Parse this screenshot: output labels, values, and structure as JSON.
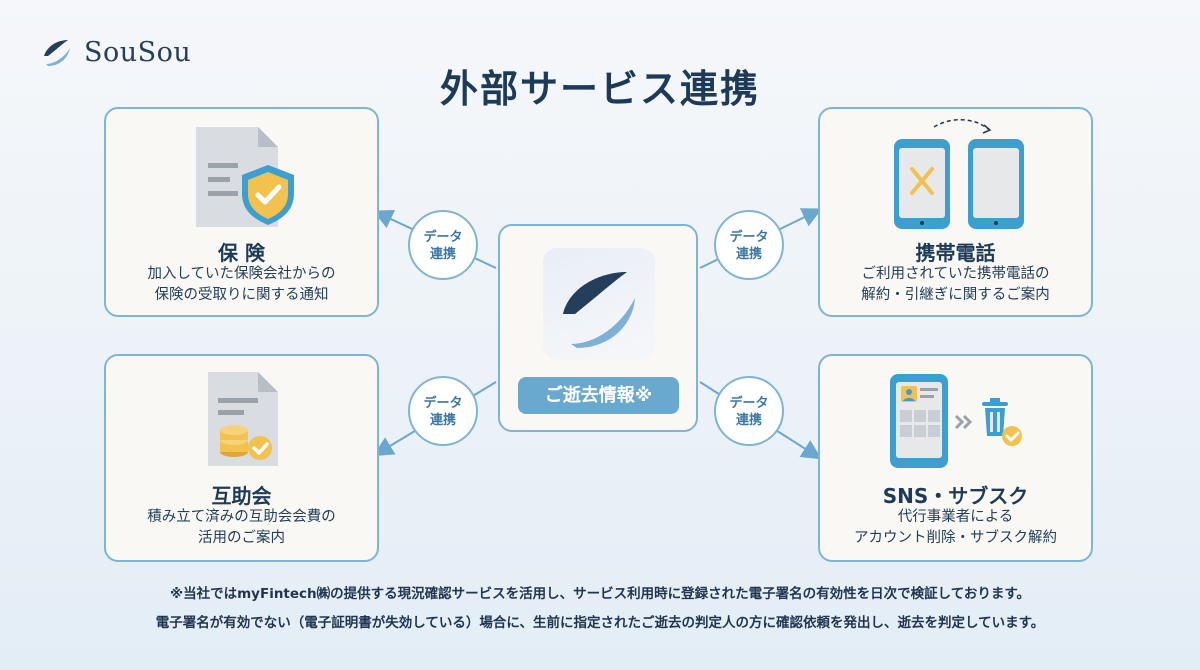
{
  "brand": {
    "name": "SouSou"
  },
  "title": "外部サービス連携",
  "center": {
    "label": "ご逝去情報※"
  },
  "badges": {
    "line1": "データ",
    "line2": "連携"
  },
  "cards": {
    "insurance": {
      "title": "保 険",
      "desc": "加入していた保険会社からの\n保険の受取りに関する通知"
    },
    "mutual": {
      "title": "互助会",
      "desc": "積み立て済みの互助会会費の\n活用のご案内"
    },
    "mobile": {
      "title": "携帯電話",
      "desc": "ご利用されていた携帯電話の\n解約・引継ぎに関するご案内"
    },
    "sns": {
      "title": "SNS・サブスク",
      "desc": "代行事業者による\nアカウント削除・サブスク解約"
    }
  },
  "footnotes": [
    "※当社ではmyFintech㈱の提供する現況確認サービスを活用し、サービス利用時に登録された電子署名の有効性を日次で検証しております。",
    "電子署名が有効でない（電子証明書が失効している）場合に、生前に指定されたご逝去の判定人の方に確認依頼を発出し、逝去を判定しています。"
  ],
  "colors": {
    "navy": "#1d3b58",
    "accent": "#69a9d0",
    "border": "#7fb5d4",
    "shield": "#3d9fd0",
    "check": "#f2c14e"
  }
}
